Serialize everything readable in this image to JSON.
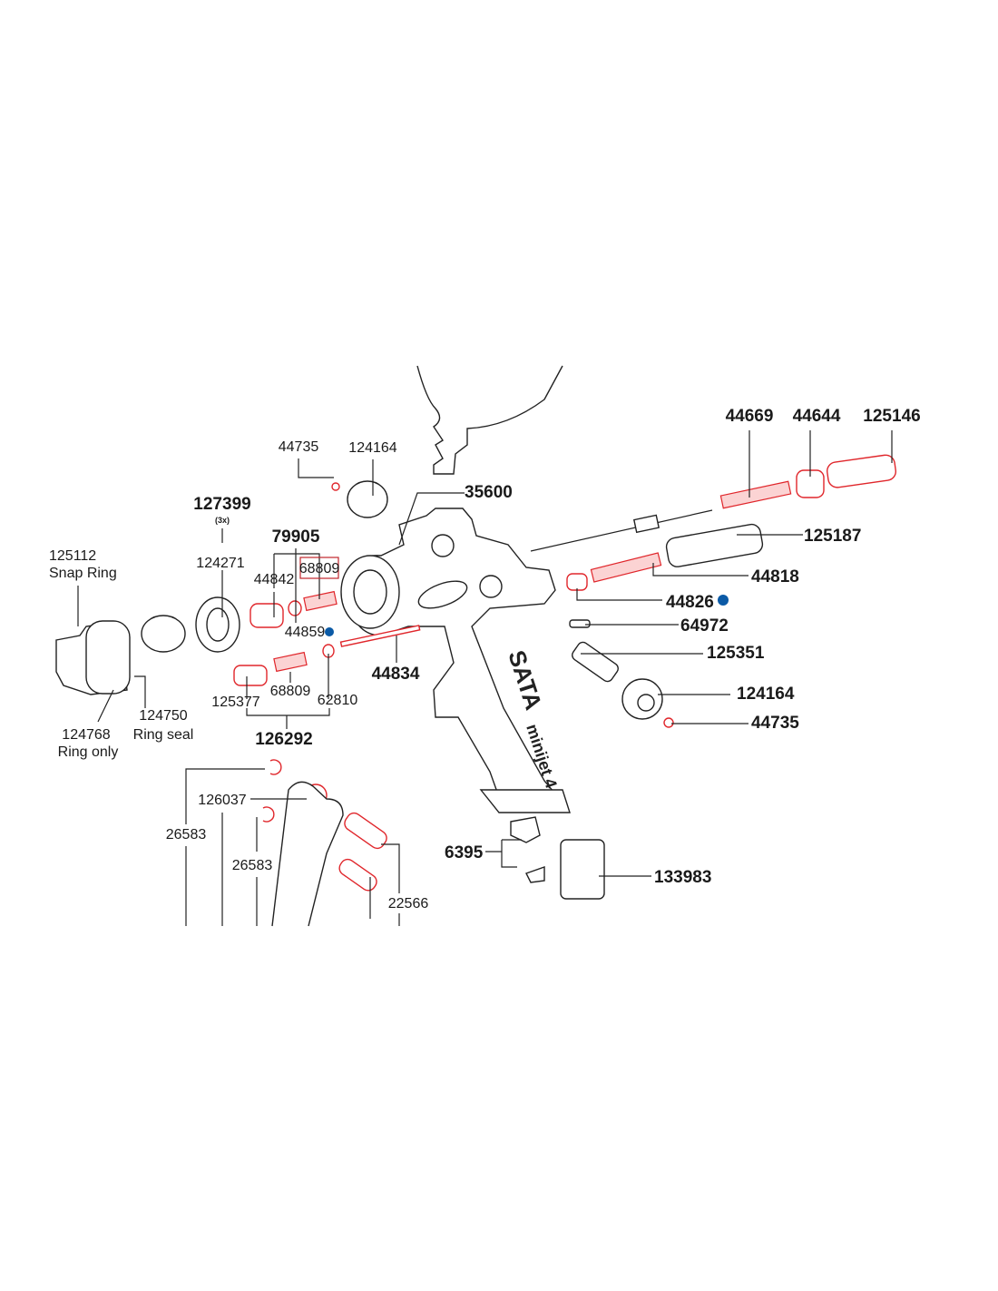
{
  "colors": {
    "replacement_part": "#e0262b",
    "wear_part_dot": "#0b5aa6",
    "box": "#c0262b",
    "line": "#222222"
  },
  "labels": {
    "p44669": "44669",
    "p44644": "44644",
    "p125146": "125146",
    "p35600": "35600",
    "p44735_top": "44735",
    "p124164_top": "124164",
    "p127399": "127399",
    "p127399_qty": "(3x)",
    "p125112": "125112",
    "p125112_desc": "Snap Ring",
    "p124271": "124271",
    "p79905": "79905",
    "p44842": "44842",
    "p68809_boxed": "68809",
    "p44859": "44859",
    "p44834": "44834",
    "p125377": "125377",
    "p68809": "68809",
    "p62810": "62810",
    "p126292": "126292",
    "p124750": "124750",
    "p124750_desc": "Ring seal",
    "p124768": "124768",
    "p124768_desc": "Ring only",
    "p125187": "125187",
    "p44818": "44818",
    "p44826": "44826",
    "p64972": "64972",
    "p125351": "125351",
    "p124164_right": "124164",
    "p44735_right": "44735",
    "p6395": "6395",
    "p133983": "133983",
    "p26583_a": "26583",
    "p126037": "126037",
    "p26583_b": "26583",
    "p22566": "22566"
  },
  "brand": {
    "logo_text": "SATA minijet 4"
  }
}
